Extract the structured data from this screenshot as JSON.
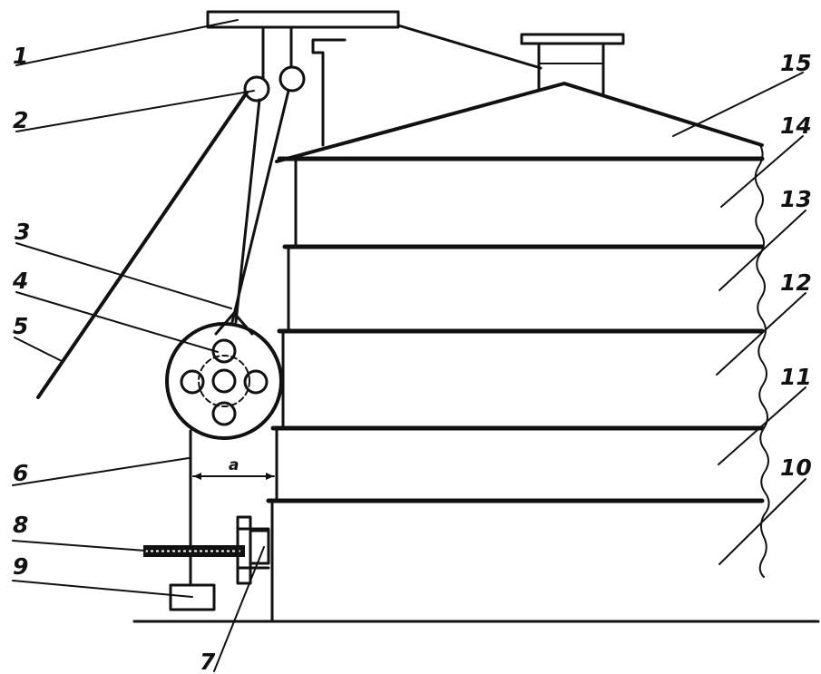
{
  "labels": {
    "l1": "1",
    "l2": "2",
    "l3": "3",
    "l4": "4",
    "l5": "5",
    "l6": "6",
    "l7": "7",
    "l8": "8",
    "l9": "9",
    "l10": "10",
    "l11": "11",
    "l12": "12",
    "l13": "13",
    "l14": "14",
    "l15": "15"
  },
  "dimension": "a",
  "colors": {
    "ink": "#111111",
    "paper": "#ffffff"
  }
}
